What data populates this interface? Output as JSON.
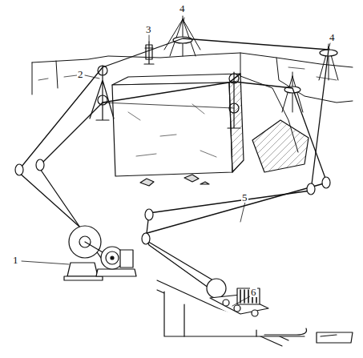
{
  "diagram": {
    "labels": [
      "4",
      "3",
      "4",
      "2",
      "5",
      "1",
      "6"
    ]
  }
}
